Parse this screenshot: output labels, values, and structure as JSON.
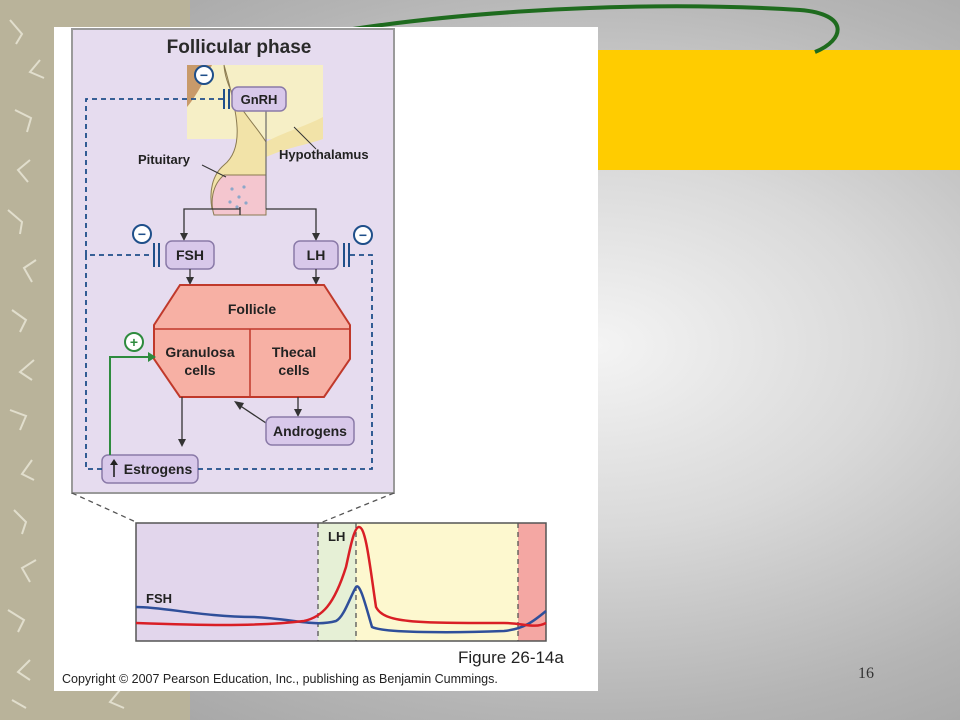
{
  "slide": {
    "number": "16"
  },
  "figure": {
    "title": "Follicular phase",
    "hormones": {
      "gnrh": "GnRH",
      "fsh": "FSH",
      "lh": "LH",
      "androgens": "Androgens",
      "estrogens": "Estrogens"
    },
    "organs": {
      "pituitary": "Pituitary",
      "hypothalamus": "Hypothalamus"
    },
    "follicle": {
      "title": "Follicle",
      "granulosa_line1": "Granulosa",
      "granulosa_line2": "cells",
      "thecal_line1": "Thecal",
      "thecal_line2": "cells"
    },
    "feedback": {
      "negative_symbol": "−",
      "positive_symbol": "+"
    },
    "graph": {
      "lh_label": "LH",
      "fsh_label": "FSH"
    },
    "caption": "Figure 26-14a",
    "copyright": "Copyright © 2007 Pearson Education, Inc., publishing as Benjamin Cummings."
  },
  "colors": {
    "accent_yellow": "#ffcc00",
    "panel_purple": "#e6dcef",
    "follicle_pink": "#f7b0a4",
    "feedback_blue": "#1f4f8a",
    "feedback_green": "#2e8b3e",
    "lh_curve": "#d91f26",
    "fsh_curve": "#2f4f9a"
  }
}
